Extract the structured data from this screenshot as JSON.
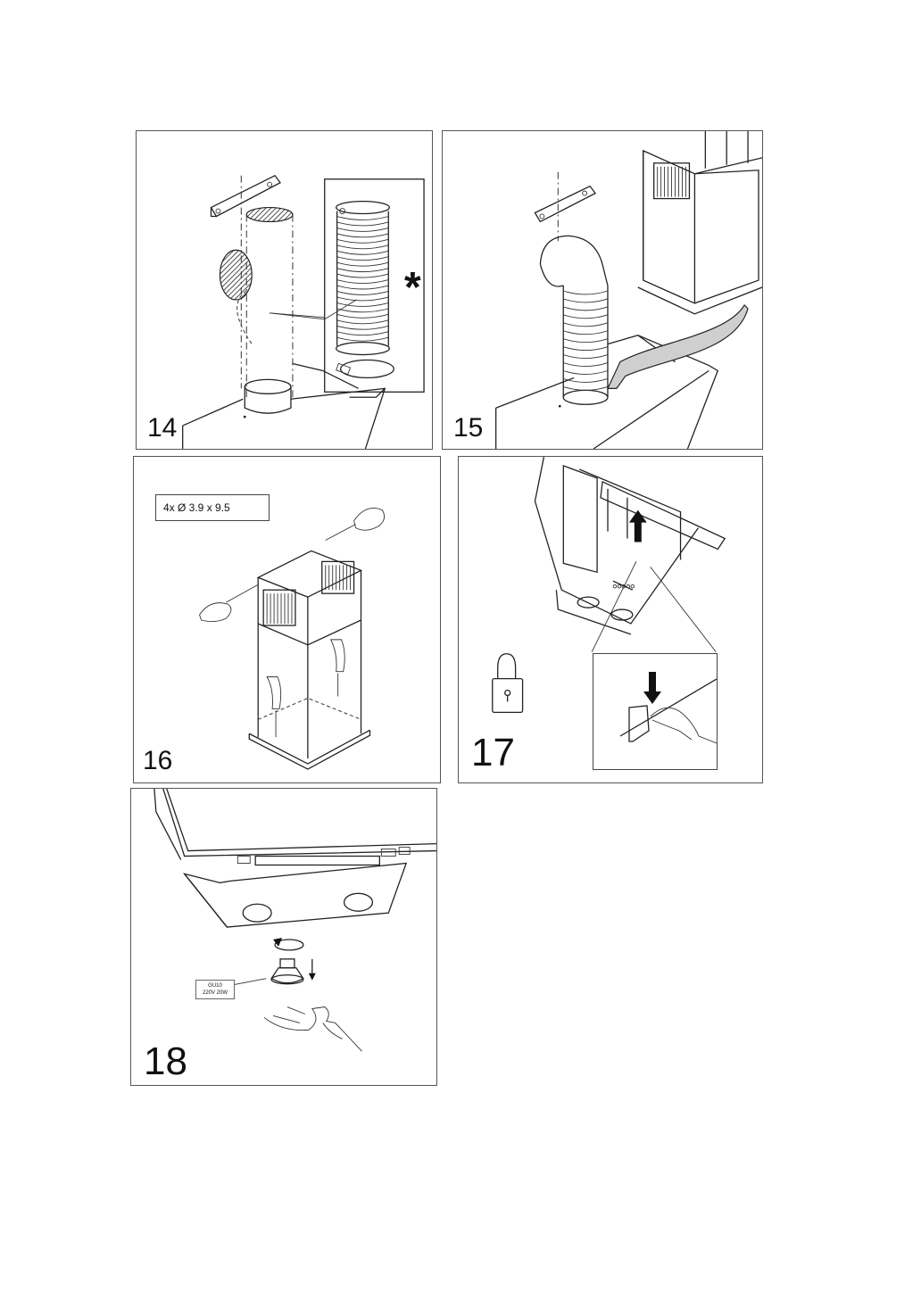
{
  "panels": {
    "p14": {
      "step": "14",
      "asterisk": "*"
    },
    "p15": {
      "step": "15"
    },
    "p16": {
      "step": "16",
      "screw_spec": "4x Ø 3.9 x 9.5"
    },
    "p17": {
      "step": "17"
    },
    "p18": {
      "step": "18",
      "bulb_type": "GU10",
      "bulb_spec": "220V 20W"
    }
  }
}
